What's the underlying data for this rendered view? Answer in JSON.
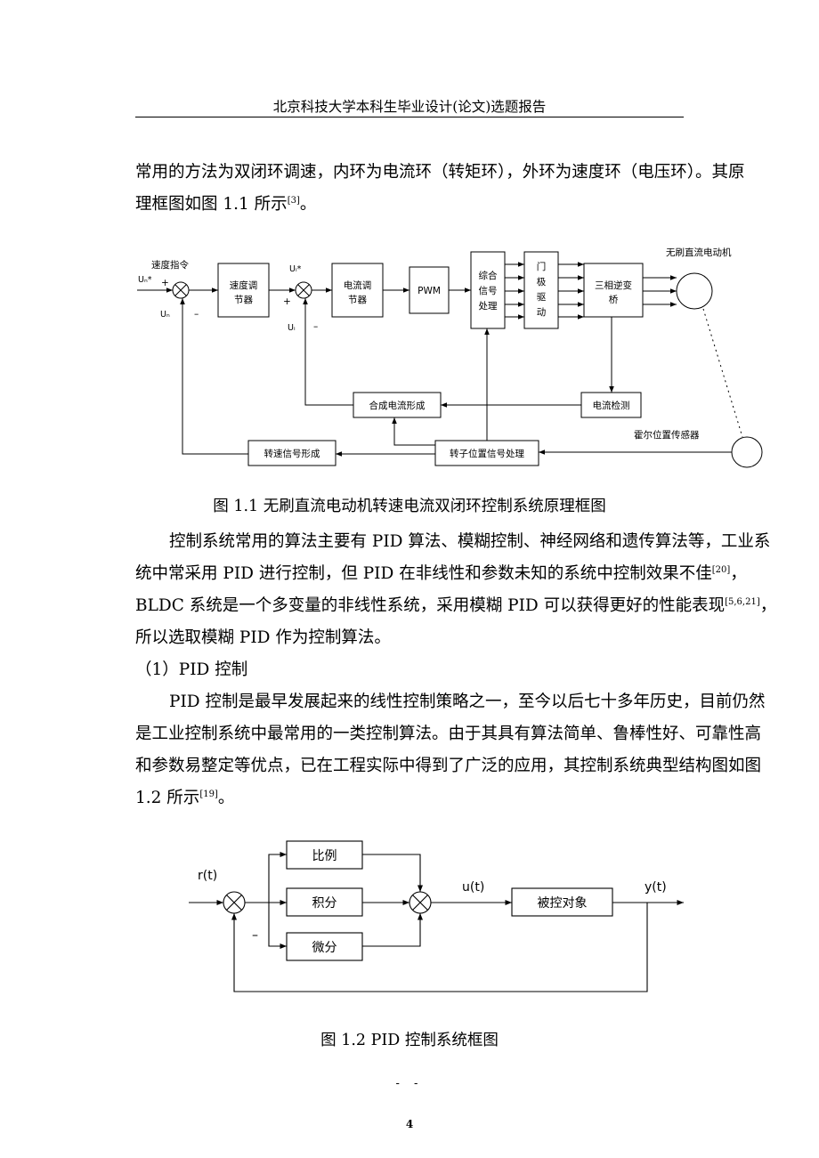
{
  "header": {
    "title": "北京科技大学本科生毕业设计(论文)选题报告"
  },
  "intro": {
    "line1": "常用的方法为双闭环调速，内环为电流环（转矩环），外环为速度环（电压环）。其原",
    "line2": "理框图如图 1.1 所示",
    "line2_ref": "[3]",
    "line2_end": "。"
  },
  "figure1": {
    "caption": "图 1.1  无刷直流电动机转速电流双闭环控制系统原理框图",
    "speed_cmd": "速度指令",
    "un_star": "Uₙ*",
    "un": "Uₙ",
    "ui_star": "Uᵢ*",
    "ui": "Uᵢ",
    "plus": "+",
    "minus": "–",
    "speed_reg_1": "速度调",
    "speed_reg_2": "节器",
    "current_reg_1": "电流调",
    "current_reg_2": "节器",
    "pwm": "PWM",
    "signal_1": "综合",
    "signal_2": "信号",
    "signal_3": "处理",
    "gate_1": "门",
    "gate_2": "极",
    "gate_3": "驱",
    "gate_4": "动",
    "inverter_1": "三相逆变",
    "inverter_2": "桥",
    "motor": "无刷直流电动机",
    "current_form": "合成电流形成",
    "current_detect": "电流检测",
    "hall": "霍尔位置传感器",
    "speed_signal": "转速信号形成",
    "rotor_pos": "转子位置信号处理"
  },
  "para1": {
    "l1": "控制系统常用的算法主要有 PID 算法、模糊控制、神经网络和遗传算法等，工业系",
    "l2": "统中常采用 PID 进行控制，但 PID 在非线性和参数未知的系统中控制效果不佳",
    "l2_ref": "[20]",
    "l2_end": "，",
    "l3": "BLDC 系统是一个多变量的非线性系统，采用模糊 PID 可以获得更好的性能表现",
    "l3_ref": "[5,6,21]",
    "l3_end": "，",
    "l4": "所以选取模糊 PID 作为控制算法。"
  },
  "section1": {
    "heading": "（1）PID 控制"
  },
  "para2": {
    "l1": "PID 控制是最早发展起来的线性控制策略之一，至今以后七十多年历史，目前仍然",
    "l2": "是工业控制系统中最常用的一类控制算法。由于其具有算法简单、鲁棒性好、可靠性高",
    "l3": "和参数易整定等优点，已在工程实际中得到了广泛的应用，其控制系统典型结构图如图",
    "l4": "1.2 所示",
    "l4_ref": "[19]",
    "l4_end": "。"
  },
  "figure2": {
    "caption": "图 1.2 PID 控制系统框图",
    "rt": "r(t)",
    "ut": "u(t)",
    "yt": "y(t)",
    "minus": "–",
    "prop": "比例",
    "integ": "积分",
    "deriv": "微分",
    "plant": "被控对象"
  },
  "footer": {
    "dash": "- -",
    "page": "4"
  }
}
